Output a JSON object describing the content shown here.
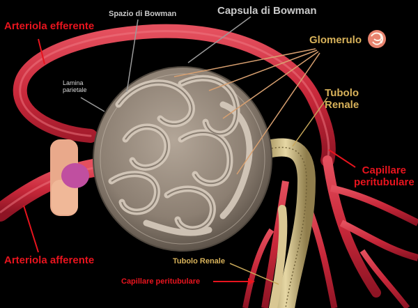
{
  "labels": {
    "arteriola_efferente": "Arteriola efferente",
    "spazio_bowman": "Spazio di Bowman",
    "capsula_bowman": "Capsula di Bowman",
    "glomerulo": "Glomerulo",
    "lamina_parietale_1": "Lamina",
    "lamina_parietale_2": "parietale",
    "tubolo_renale_top_1": "Tubolo",
    "tubolo_renale_top_2": "Renale",
    "capillare_peritubulare_right_1": "Capillare",
    "capillare_peritubulare_right_2": "peritubulare",
    "arteriola_afferente": "Arteriola afferente",
    "tubolo_renale_bottom": "Tubolo Renale",
    "capillare_peritubulare_bottom": "Capillare peritubulare"
  },
  "colors": {
    "background": "#000000",
    "label_red": "#e8141e",
    "label_grey": "#c9c9c9",
    "label_gold": "#d8b25a",
    "vessel_red": "#c8283a",
    "capsule": "#a89c8e",
    "tubule": "#cdbb82"
  }
}
